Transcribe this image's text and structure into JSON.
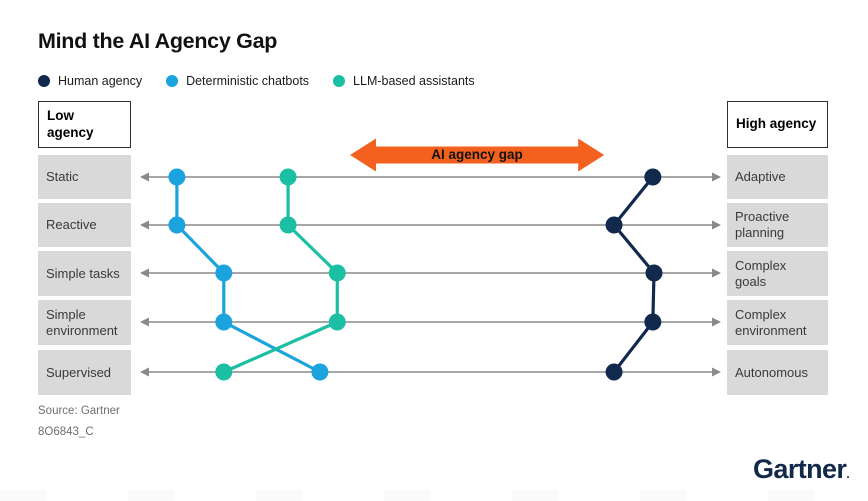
{
  "title": "Mind the AI Agency Gap",
  "legend": {
    "items": [
      {
        "label": "Human agency",
        "color": "#12294E"
      },
      {
        "label": "Deterministic chatbots",
        "color": "#1BA3DE"
      },
      {
        "label": "LLM-based assistants",
        "color": "#1BBFA4"
      }
    ]
  },
  "left_column": {
    "header": "Low agency",
    "items": [
      "Static",
      "Reactive",
      "Simple tasks",
      "Simple environment",
      "Supervised"
    ]
  },
  "right_column": {
    "header": "High agency",
    "items": [
      "Adaptive",
      "Proactive planning",
      "Complex goals",
      "Complex environment",
      "Autonomous"
    ]
  },
  "annotation": {
    "label": "AI agency gap",
    "color": "#F4611E"
  },
  "source": {
    "line1": "Source: Gartner",
    "line2": "8O6843_C"
  },
  "logo": {
    "text": "Gartner",
    "mark": "."
  },
  "colors": {
    "row_line": "#8a8a8a",
    "label_box": "#d9d9d9",
    "gartner_navy": "#13294b"
  },
  "chart_data": {
    "type": "line",
    "description": "Bump/slope chart: each horizontal row is a capability dimension running from low agency (left) to high agency (right). Dot positions are normalized 0 = low agency end, 1 = high agency end.",
    "rows": [
      {
        "left": "Static",
        "right": "Adaptive"
      },
      {
        "left": "Reactive",
        "right": "Proactive planning"
      },
      {
        "left": "Simple tasks",
        "right": "Complex goals"
      },
      {
        "left": "Simple environment",
        "right": "Complex environment"
      },
      {
        "left": "Supervised",
        "right": "Autonomous"
      }
    ],
    "axis": {
      "left_end": "Low agency",
      "right_end": "High agency",
      "range": [
        0,
        1
      ]
    },
    "series": [
      {
        "name": "Human agency",
        "color": "#12294E",
        "values": [
          0.884,
          0.817,
          0.886,
          0.884,
          0.817
        ]
      },
      {
        "name": "Deterministic chatbots",
        "color": "#1BA3DE",
        "values": [
          0.062,
          0.062,
          0.143,
          0.143,
          0.309
        ]
      },
      {
        "name": "LLM-based assistants",
        "color": "#1BBFA4",
        "values": [
          0.254,
          0.254,
          0.339,
          0.339,
          0.143
        ]
      }
    ],
    "annotation": {
      "label": "AI agency gap",
      "span": [
        0.361,
        0.8
      ],
      "row_position": "above first row"
    }
  }
}
